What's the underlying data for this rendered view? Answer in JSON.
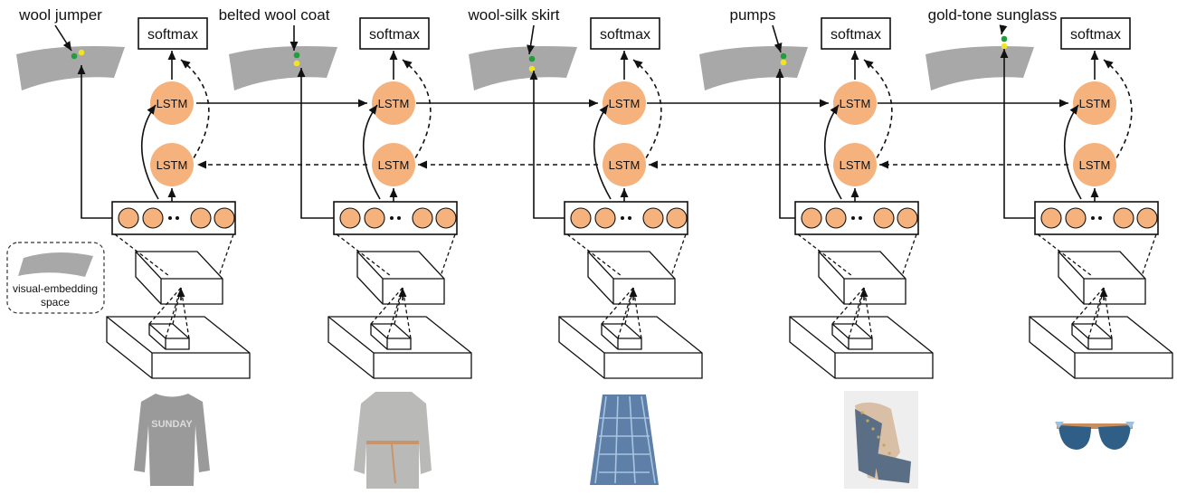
{
  "labels": {
    "lstm": "LSTM",
    "softmax": "softmax",
    "embedding_legend": [
      "visual-embedding",
      "space"
    ]
  },
  "items": [
    {
      "name": "wool jumper",
      "garment": "sweater",
      "text": "SUNDAY"
    },
    {
      "name": "belted wool coat",
      "garment": "coat",
      "text": ""
    },
    {
      "name": "wool-silk skirt",
      "garment": "skirt",
      "text": ""
    },
    {
      "name": "pumps",
      "garment": "pumps",
      "text": ""
    },
    {
      "name": "gold-tone sunglass",
      "garment": "sunglasses",
      "text": ""
    }
  ],
  "colors": {
    "lstm_node": "#f5b27c",
    "neuron": "#f5b27c",
    "embedding_plane": "#a8a8a8",
    "dot_green": "#1f9e3a",
    "dot_yellow": "#f2e424",
    "sweater": "#9a9a9a",
    "coat": "#b9b9b7",
    "coat_belt": "#c9946a",
    "skirt": "#5d7fa8",
    "skirt_check": "#a9c4e0",
    "pumps_fabric": "#5a6f86",
    "pumps_studs": "#c8a55b",
    "pumps_strap": "#d9bfa6",
    "sunglass_lens": "#2f5f86",
    "sunglass_frame": "#c98e5e"
  }
}
